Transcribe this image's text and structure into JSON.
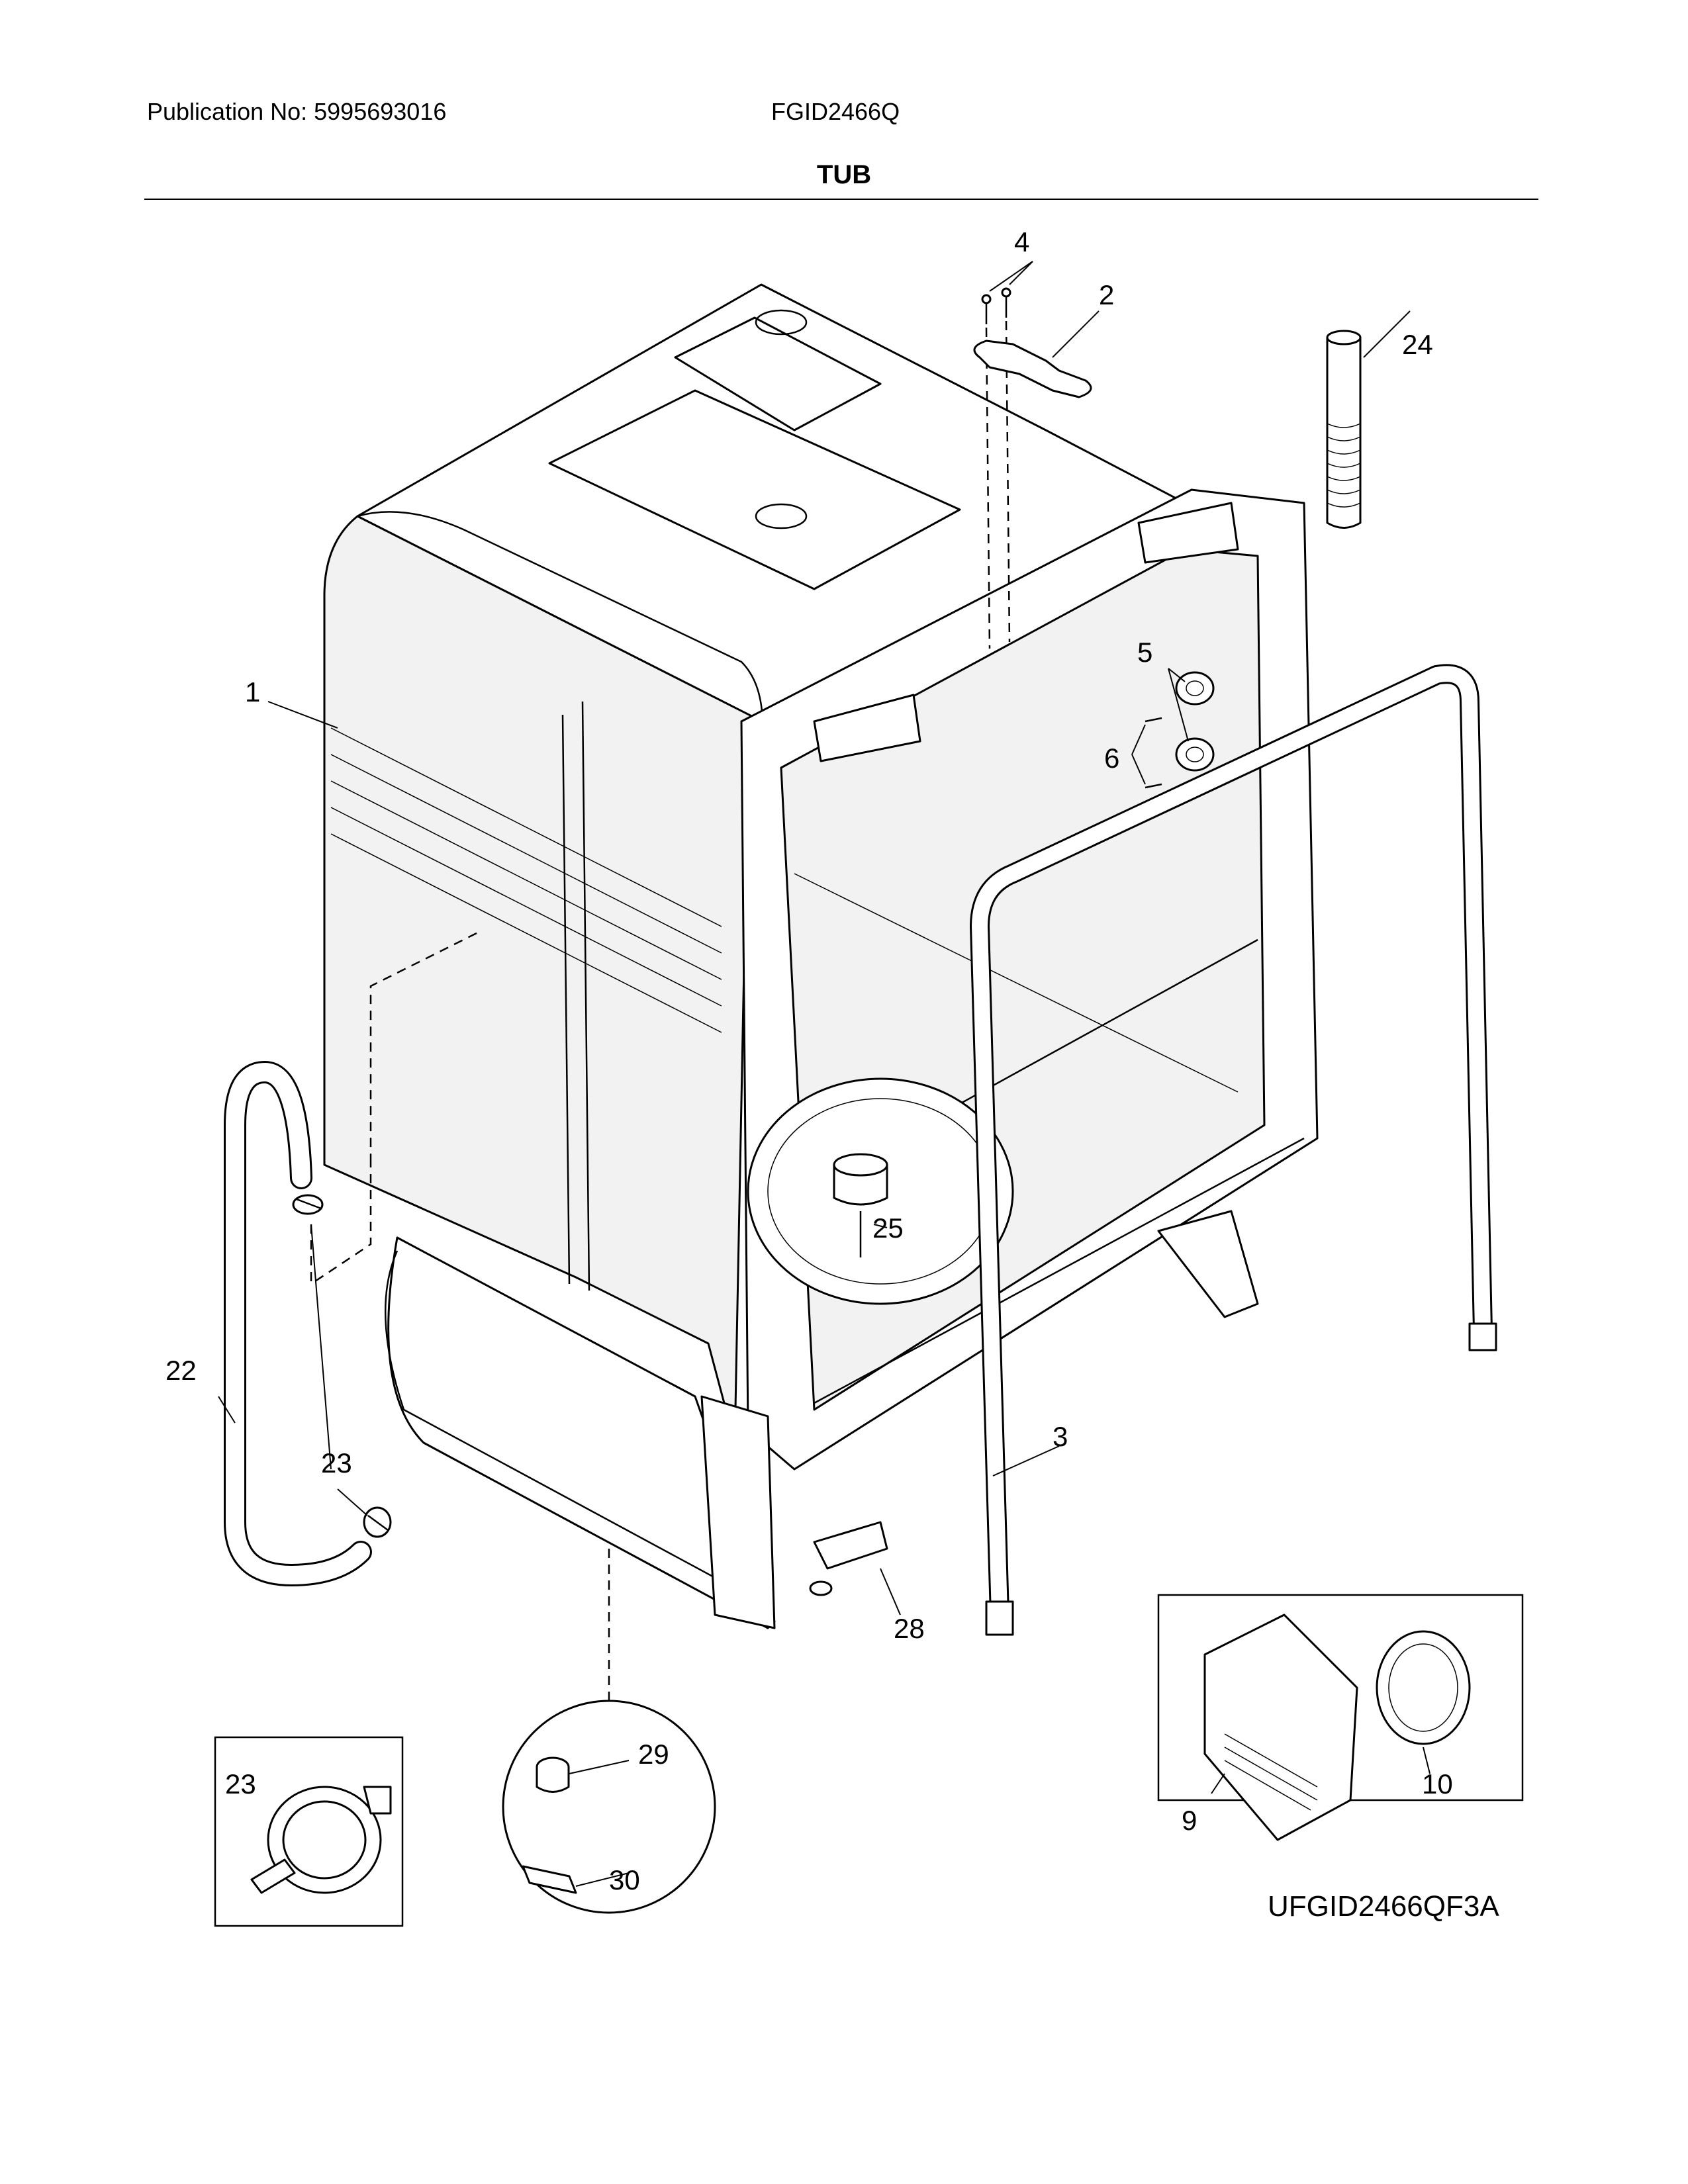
{
  "header": {
    "publication": "Publication No: 5995693016",
    "model": "FGID2466Q"
  },
  "section_title": "TUB",
  "diagram_code": "UFGID2466QF3A",
  "callouts": {
    "c1": "1",
    "c2": "2",
    "c3": "3",
    "c4": "4",
    "c5": "5",
    "c6": "6",
    "c9": "9",
    "c10": "10",
    "c22": "22",
    "c23a": "23",
    "c23b": "23",
    "c24": "24",
    "c25": "25",
    "c28": "28",
    "c29": "29",
    "c30": "30"
  }
}
